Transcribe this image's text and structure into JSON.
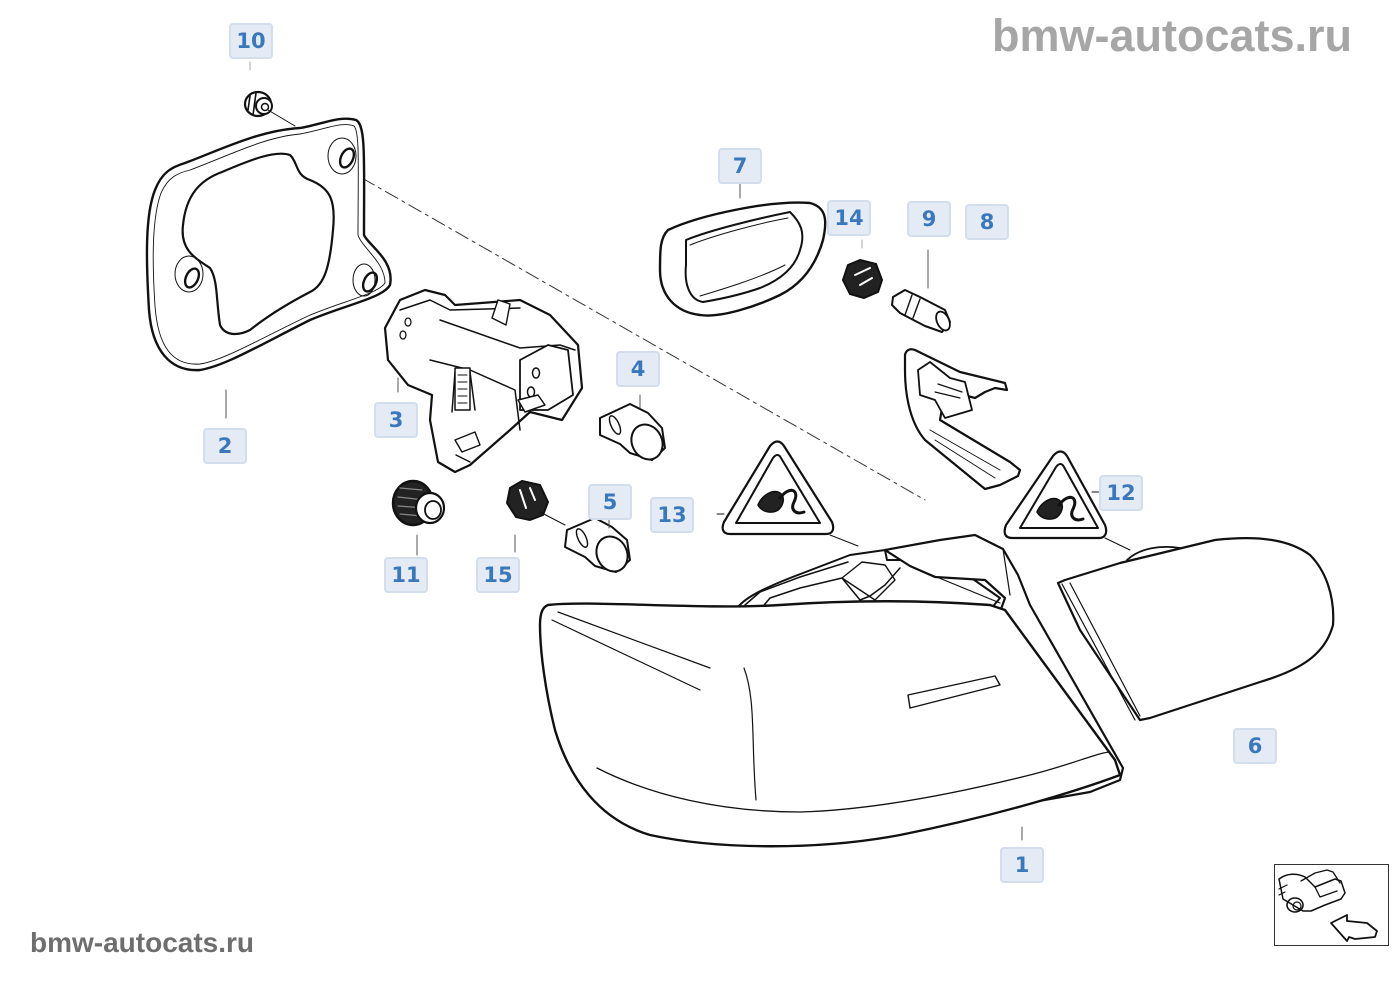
{
  "watermark": {
    "top": "bmw-autocats.ru",
    "bottom": "bmw-autocats.ru"
  },
  "diagram": {
    "title": "Rear light / tail lamp assembly",
    "callouts": [
      {
        "id": "1",
        "part": "tail-lamp-outer"
      },
      {
        "id": "2",
        "part": "gasket"
      },
      {
        "id": "3",
        "part": "bulb-holder"
      },
      {
        "id": "4",
        "part": "bulb"
      },
      {
        "id": "5",
        "part": "bulb"
      },
      {
        "id": "6",
        "part": "tail-lamp-inner"
      },
      {
        "id": "7",
        "part": "gasket-small"
      },
      {
        "id": "8",
        "part": "bulb"
      },
      {
        "id": "9",
        "part": "bulb-small"
      },
      {
        "id": "10",
        "part": "nut"
      },
      {
        "id": "11",
        "part": "grommet"
      },
      {
        "id": "12",
        "part": "warning-label"
      },
      {
        "id": "13",
        "part": "warning-label"
      },
      {
        "id": "14",
        "part": "bulb-socket"
      },
      {
        "id": "15",
        "part": "bulb-socket"
      }
    ]
  },
  "navigation": {
    "thumbnail": "vehicle-rear-view-icon"
  }
}
